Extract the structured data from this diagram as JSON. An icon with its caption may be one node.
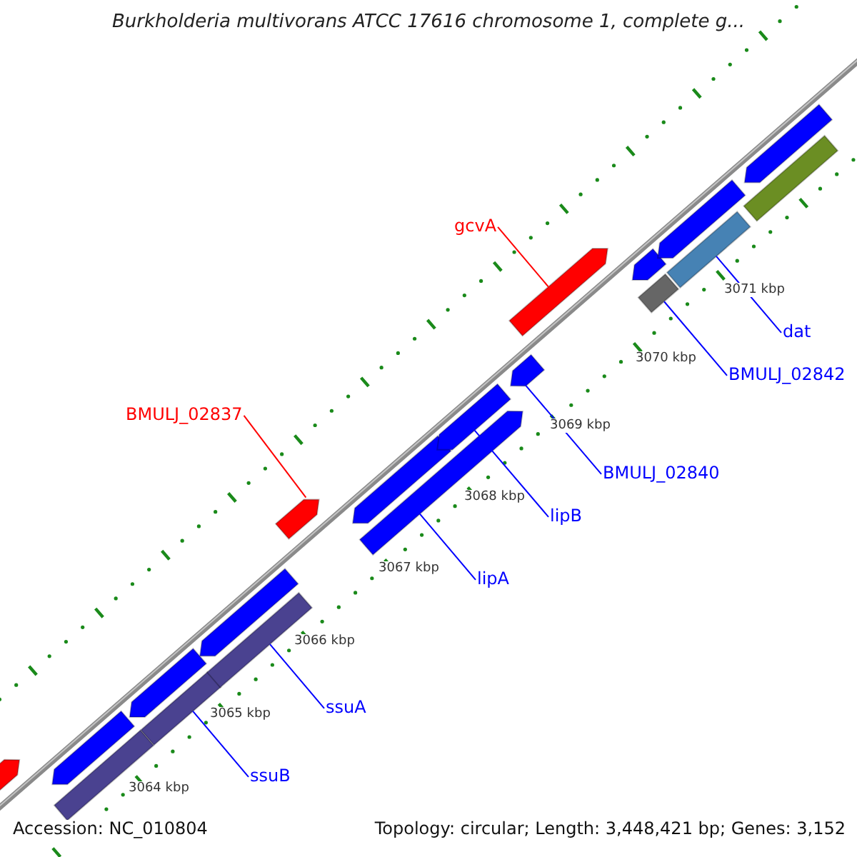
{
  "diagram": {
    "title": "Burkholderia multivorans ATCC 17616 chromosome 1, complete g...",
    "nodes": [
      {
        "text": [
          "gcvA"
        ]
      },
      {
        "text": [],
        "shape": "bar"
      },
      {
        "text": [
          "BMULJ_02842"
        ]
      },
      {
        "text": [],
        "shape": "bar"
      },
      {
        "text": [
          "dat"
        ]
      },
      {
        "text": [],
        "shape": "bar"
      },
      {
        "text": [
          "BMULJ_02837"
        ]
      },
      {
        "text": [],
        "shape": "bar"
      },
      {
        "text": [
          "BMULJ_02840"
        ]
      },
      {
        "text": [],
        "shape": "bar"
      },
      {
        "text": [
          "lipB"
        ]
      },
      {
        "text": [],
        "shape": "bar"
      },
      {
        "text": [
          "lipA"
        ]
      },
      {
        "text": [],
        "shape": "bar"
      },
      {
        "text": [
          "ssuA"
        ]
      },
      {
        "text": [],
        "shape": "bar"
      },
      {
        "text": [
          "ssuB"
        ]
      },
      {
        "text": [],
        "shape": "bar"
      },
      {
        "text": [],
        "shape": "bar"
      },
      {
        "text": [],
        "shape": "bar"
      },
      {
        "text": [],
        "shape": "bar"
      },
      {
        "text": [],
        "shape": "bar"
      },
      {
        "text": [],
        "shape": "bar"
      },
      {
        "text": [],
        "shape": "bar"
      },
      {
        "text": [],
        "shape": "bar"
      },
      {
        "text": [],
        "shape": "bar"
      },
      {
        "text": [],
        "shape": "bar"
      },
      {
        "text": [],
        "shape": "bar"
      }
    ],
    "edges": [
      {
        "from": 0,
        "to": 1,
        "arrow": "none",
        "color": "#ff0000"
      },
      {
        "from": 2,
        "to": 3,
        "arrow": "none"
      },
      {
        "from": 4,
        "to": 5,
        "arrow": "none"
      },
      {
        "from": 6,
        "to": 7,
        "arrow": "none",
        "color": "#ff0000"
      },
      {
        "from": 8,
        "to": 9,
        "arrow": "none"
      },
      {
        "from": 10,
        "to": 11,
        "arrow": "none"
      },
      {
        "from": 12,
        "to": 13,
        "arrow": "none"
      },
      {
        "from": 14,
        "to": 15,
        "arrow": "none"
      },
      {
        "from": 16,
        "to": 17,
        "arrow": "none"
      }
    ],
    "labels": [
      "3071 kbp",
      "3070 kbp",
      "3069 kbp",
      "3068 kbp",
      "3067 kbp",
      "3066 kbp",
      "3065 kbp",
      "3064 kbp",
      "Accession: NC_010804",
      "Topology: circular; Length: 3,448,421 bp; Genes: 3,152"
    ]
  }
}
